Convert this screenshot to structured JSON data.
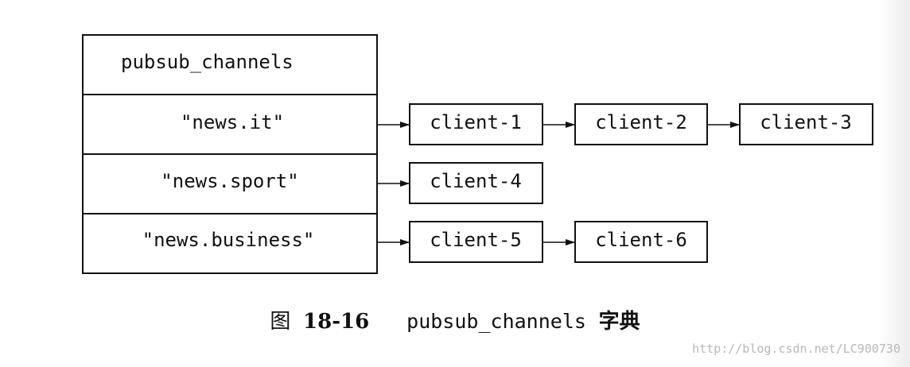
{
  "dictionary": {
    "title": "pubsub_channels",
    "channels": [
      {
        "name": "\"news.it\"",
        "clients": [
          "client-1",
          "client-2",
          "client-3"
        ]
      },
      {
        "name": "\"news.sport\"",
        "clients": [
          "client-4"
        ]
      },
      {
        "name": "\"news.business\"",
        "clients": [
          "client-5",
          "client-6"
        ]
      }
    ]
  },
  "caption": {
    "prefix": "图 ",
    "number": "18-16",
    "code": "pubsub_channels",
    "suffix": "字典"
  },
  "watermark": "http://blog.csdn.net/LC900730"
}
